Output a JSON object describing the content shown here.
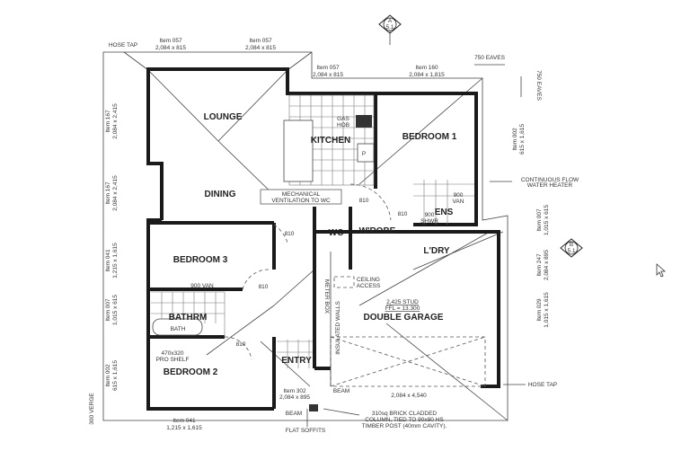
{
  "rooms": {
    "lounge": "LOUNGE",
    "kitchen": "KITCHEN",
    "bedroom1": "BEDROOM 1",
    "dining": "DINING",
    "ens": "ENS",
    "wrobe": "W'ROBE",
    "wc": "WC",
    "ldry": "L'DRY",
    "bedroom3": "BEDROOM 3",
    "bathrm": "BATHRM",
    "bedroom2": "BEDROOM 2",
    "entry": "ENTRY",
    "garage": "DOUBLE GARAGE"
  },
  "windows": [
    {
      "item": "Item 057",
      "size": "2,084 x 815"
    },
    {
      "item": "Item 057",
      "size": "2,084 x 815"
    },
    {
      "item": "Item 057",
      "size": "2,084 x 815"
    },
    {
      "item": "Item 160",
      "size": "2,084 x 1,815"
    },
    {
      "item": "Item 167",
      "size": "2,084 x 2,415"
    },
    {
      "item": "Item 167",
      "size": "2,084 x 2,415"
    },
    {
      "item": "Item 041",
      "size": "1,215 x 1,615"
    },
    {
      "item": "Item 007",
      "size": "1,015 x 615"
    },
    {
      "item": "Item 002",
      "size": "615 x 1,615"
    },
    {
      "item": "Item 002",
      "size": "615 x 1,615"
    },
    {
      "item": "Item 007",
      "size": "1,015 x 615"
    },
    {
      "item": "Item 247",
      "size": "2,084 x 895"
    },
    {
      "item": "Item 029",
      "size": "1,015 x 1,615"
    },
    {
      "item": "Item 041",
      "size": "1,215 x 1,615"
    },
    {
      "item": "Item 302",
      "size": "2,084 x 895"
    }
  ],
  "notes": {
    "hose_tap_top": "HOSE TAP",
    "eaves_h": "750 EAVES",
    "eaves_v": "750 EAVES",
    "water_heater_1": "CONTINUOUS FLOW",
    "water_heater_2": "WATER HEATER",
    "gas": "GAS",
    "hob": "HOB",
    "pantry": "P",
    "mech_1": "MECHANICAL",
    "mech_2": "VENTILATION TO WC",
    "d810a": "810",
    "d810b": "810",
    "d810c": "810",
    "d810d": "810",
    "d810e": "810",
    "ens_van_1": "900",
    "ens_van_2": "VAN",
    "shwr_1": "900",
    "shwr_2": "SHWR",
    "bath_van": "900 VAN",
    "bath": "BATH",
    "shelf_1": "470x320",
    "shelf_2": "PRO SHELF",
    "ceiling_1": "CEILING",
    "ceiling_2": "ACCESS",
    "stud": "2,425 STUD",
    "ffl": "FFL = 13.300",
    "meter_box": "METER BOX",
    "insulated": "INSULATED WALLS",
    "garage_door": "2,084 x 4,540",
    "beam_1": "BEAM",
    "beam_2": "BEAM",
    "flat_soffits": "FLAT SOFFITS",
    "column_1": "310sq BRICK CLADDED",
    "column_2": "COLUMN, TIED TO 90x90 HS",
    "column_3": "TIMBER POST (40mm CAVITY).",
    "hose_tap_right": "HOSE TAP",
    "verge": "300 VERGE",
    "section_a_letter": "A",
    "section_a_sheet": "5.1",
    "section_b_letter": "B",
    "section_b_sheet": "5.1"
  }
}
